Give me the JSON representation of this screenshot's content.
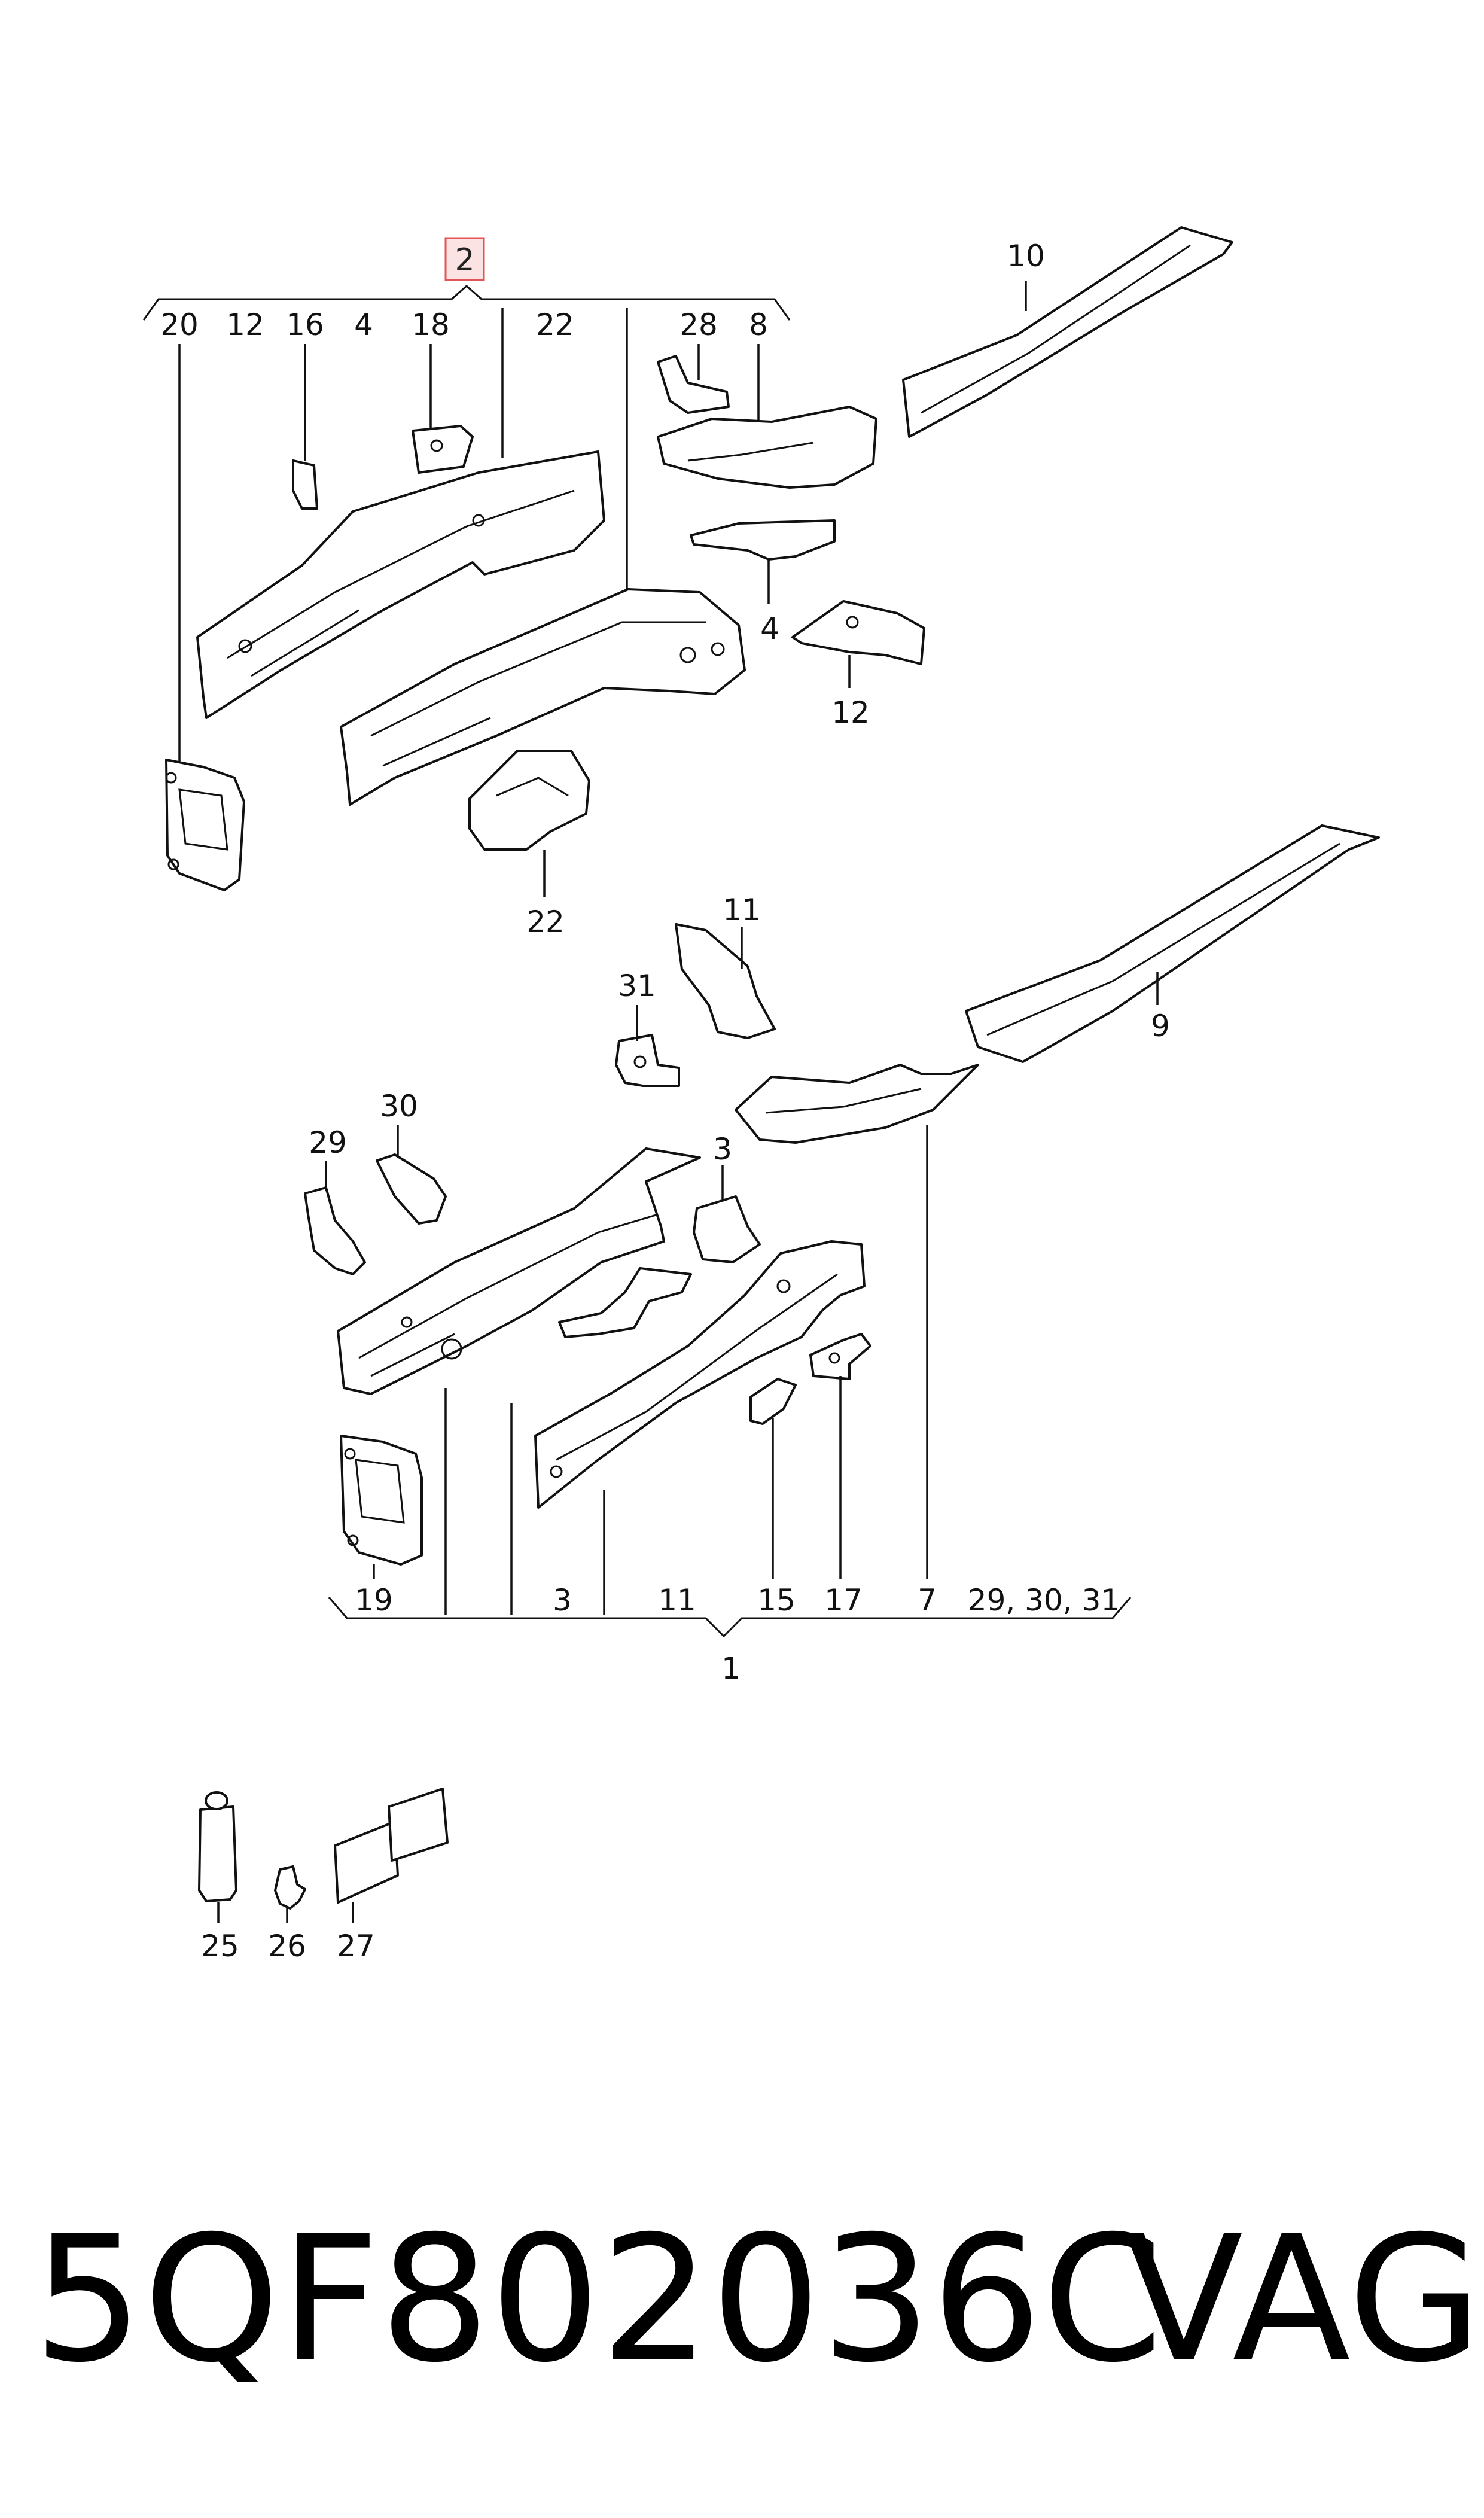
{
  "diagram": {
    "group_upper": {
      "highlight_label": "2",
      "labels": [
        "20",
        "12",
        "16",
        "4",
        "18",
        "22",
        "28",
        "8"
      ]
    },
    "group_lower": {
      "label": "1",
      "labels": [
        "19",
        "3",
        "11",
        "15",
        "17",
        "7",
        "29, 30, 31"
      ]
    },
    "callouts": {
      "c10": "10",
      "c4": "4",
      "c12": "12",
      "c22": "22",
      "c11": "11",
      "c31": "31",
      "c9": "9",
      "c30": "30",
      "c29": "29",
      "c3": "3"
    },
    "accessories": [
      "25",
      "26",
      "27"
    ]
  },
  "footer": {
    "part_number": "5QF802036C",
    "brand": "VAG"
  }
}
